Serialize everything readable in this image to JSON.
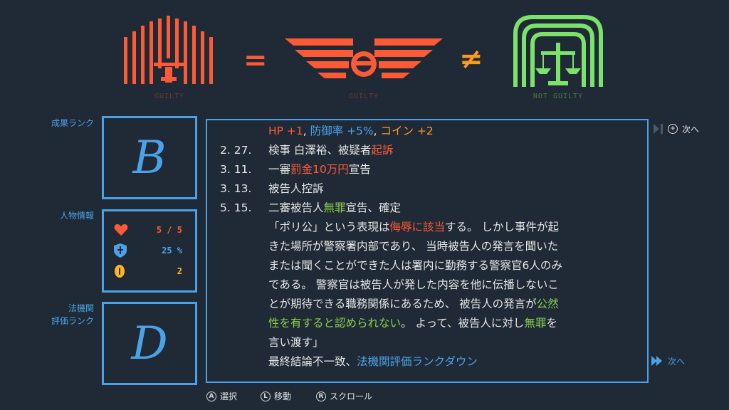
{
  "emblems": {
    "left_caption": "GUILTY",
    "middle_caption": "GUILTY",
    "right_caption": "NOT GUILTY",
    "equals": "=",
    "not_equals": "≠"
  },
  "labels": {
    "result_rank": "成果ランク",
    "character_info": "人物情報",
    "agency_rank_line1": "法機関",
    "agency_rank_line2": "評価ランク"
  },
  "result_rank_letter": "B",
  "agency_rank_letter": "D",
  "stats": {
    "hp": "5 / 5",
    "defense": "25 %",
    "coin": "2"
  },
  "log": {
    "line0": {
      "hp": "HP +1",
      "sep1": ", ",
      "def": "防御率 +5%",
      "sep2": ", ",
      "coin": "コイン +2"
    },
    "entries": [
      {
        "date": "2. 27.",
        "text_a": "検事 白澤裕、被疑者",
        "text_b": "起訴"
      },
      {
        "date": "3. 11.",
        "text_a": "一審",
        "text_b": "罰金10万円",
        "text_c": "宣告"
      },
      {
        "date": "3. 13.",
        "text_a": "被告人控訴"
      },
      {
        "date": "5. 15.",
        "text_a": "二審被告人",
        "text_b": "無罪",
        "text_c": "宣告、確定"
      }
    ],
    "para": [
      {
        "a": "「ポリ公」という表現は",
        "b": "侮辱に該当",
        "c": "する。 しかし事件が起"
      },
      {
        "a": "きた場所が警察署内部であり、 当時被告人の発言を聞いた"
      },
      {
        "a": "または聞くことができた人は署内に勤務する警察官6人のみ"
      },
      {
        "a": "である。 警察官は被告人が発した内容を他に伝播しないこ"
      },
      {
        "a": "とが期待できる職務関係にあるため、 被告人の発言が",
        "b": "公然"
      },
      {
        "a": "性を有すると認められない",
        "b": "。 よって、被告人に対し",
        "c": "無罪",
        "d": "を"
      },
      {
        "a": "言い渡す」"
      }
    ],
    "final_a": "最終結論不一致、",
    "final_b": "法機関評価ランクダウン"
  },
  "nav": {
    "next_top": "次へ",
    "next_bottom": "次へ"
  },
  "footer": {
    "select_btn": "A",
    "select": "選択",
    "move_btn": "L",
    "move": "移動",
    "scroll_btn": "R",
    "scroll": "スクロール"
  },
  "colors": {
    "accent_blue": "#4aa3e8",
    "red": "#ff5a36",
    "orange": "#ff9a1f",
    "green": "#8ad04a",
    "emblem_green": "#7be36a",
    "background": "#1f2a36"
  },
  "icons": {
    "hp": "heart-icon",
    "defense": "shield-icon",
    "coin": "coin-icon"
  }
}
